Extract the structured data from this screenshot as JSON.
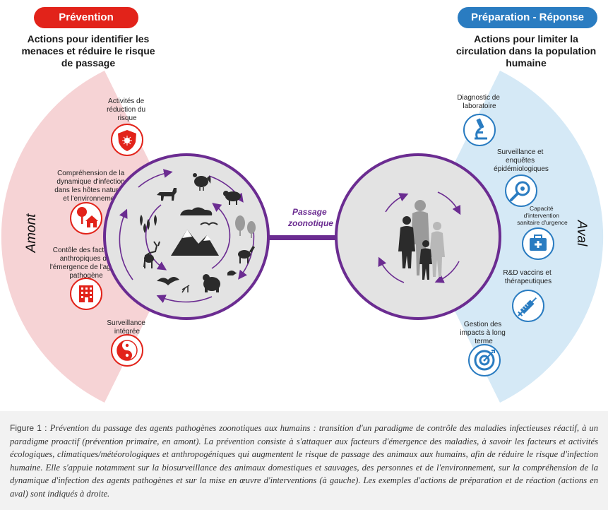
{
  "left_panel": {
    "badge": "Prévention",
    "subtitle_lines": [
      "Actions pour identifier les",
      "menaces et réduire le risque",
      "de passage"
    ],
    "side_label": "Amont",
    "items": [
      {
        "lines": [
          "Activités de",
          "réduction du",
          "risque"
        ],
        "icon": "shield-virus-icon"
      },
      {
        "lines": [
          "Compréhension de la",
          "dynamique d'infection",
          "dans les hôtes naturels",
          "et l'environnement"
        ],
        "icon": "tree-house-icon"
      },
      {
        "lines": [
          "Contôle des facteurs",
          "anthropiques de",
          "l'émergence de l'agent",
          "pathogène"
        ],
        "icon": "building-icon"
      },
      {
        "lines": [
          "Surveillance",
          "intégrée"
        ],
        "icon": "yin-yang-icon"
      }
    ]
  },
  "center": {
    "arrow_label_lines": [
      "Passage",
      "zoonotique"
    ]
  },
  "right_panel": {
    "badge": "Préparation - Réponse",
    "subtitle_lines": [
      "Actions pour limiter la",
      "circulation dans la population",
      "humaine"
    ],
    "side_label": "Aval",
    "items": [
      {
        "lines": [
          "Diagnostic de",
          "laboratoire"
        ],
        "icon": "microscope-icon"
      },
      {
        "lines": [
          "Surveillance et",
          "enquêtes",
          "épidémiologiques"
        ],
        "icon": "magnifier-virus-icon"
      },
      {
        "lines": [
          "Capacité",
          "d'intervention",
          "sanitaire d'urgence"
        ],
        "icon": "medical-kit-icon"
      },
      {
        "lines": [
          "R&D vaccins et",
          "thérapeutiques"
        ],
        "icon": "syringe-icon"
      },
      {
        "lines": [
          "Gestion des",
          "impacts à long",
          "terme"
        ],
        "icon": "target-icon"
      }
    ]
  },
  "caption": {
    "label": "Figure 1 : ",
    "text": "Prévention du passage des agents pathogènes zoonotiques aux humains : transition d'un paradigme de contrôle des maladies infectieuses réactif, à un paradigme proactif (prévention primaire, en amont). La prévention consiste à s'attaquer aux facteurs d'émergence des maladies, à savoir les facteurs et activités écologiques, climatiques/météorologiques et anthropogéniques qui augmentent le risque de passage des animaux aux humains, afin de réduire le risque d'infection humaine. Elle s'appuie notamment sur la biosurveillance des animaux domestiques et sauvages, des personnes et de l'environnement, sur la compréhension de la dynamique d'infection des agents pathogènes et sur la mise en œuvre d'interventions (à gauche). Les exemples d'actions de préparation et de réaction (actions en aval) sont indiqués à droite."
  },
  "colors": {
    "red": "#e2231a",
    "blue": "#2a7cc1",
    "purple": "#6b2c91",
    "left_sector": "#f6d3d5",
    "right_sector": "#d5e9f6",
    "circle_fill": "#e3e3e3"
  }
}
